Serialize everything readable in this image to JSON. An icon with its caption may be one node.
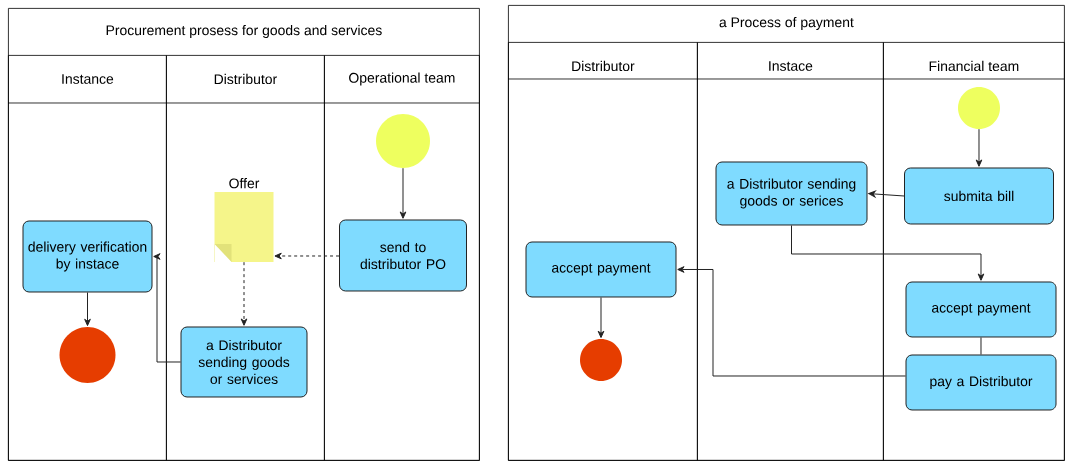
{
  "diagram": {
    "nodes": [
      {
        "text": [
          "Procurement prosess for goods and services"
        ]
      },
      {
        "text": [
          "Instance"
        ],
        "in": 0
      },
      {
        "text": [
          "Distributor"
        ],
        "in": 0
      },
      {
        "text": [
          "Operational team"
        ],
        "in": 0
      },
      {
        "text": [],
        "shape": "circle",
        "in": 3
      },
      {
        "text": [
          "send to distributor PO"
        ],
        "in": 3
      },
      {
        "text": [
          "Offer"
        ],
        "in": 2
      },
      {
        "text": [
          "a Distributor sending goods or services"
        ],
        "in": 2
      },
      {
        "text": [
          "delivery verification by instace"
        ],
        "in": 1
      },
      {
        "text": [],
        "shape": "circle",
        "in": 1
      },
      {
        "text": [
          "a Process of payment"
        ]
      },
      {
        "text": [
          "Distributor"
        ],
        "in": 10
      },
      {
        "text": [
          "Instace"
        ],
        "in": 10
      },
      {
        "text": [
          "Financial team"
        ],
        "in": 10
      },
      {
        "text": [],
        "shape": "circle",
        "in": 13
      },
      {
        "text": [
          "submita bill"
        ],
        "in": 13
      },
      {
        "text": [
          "a Distributor sending goods or serices"
        ],
        "in": 12
      },
      {
        "text": [
          "accept payment"
        ],
        "in": 13
      },
      {
        "text": [
          "pay a Distributor"
        ],
        "in": 13
      },
      {
        "text": [
          "accept payment"
        ],
        "in": 11
      },
      {
        "text": [],
        "shape": "circle",
        "in": 11
      }
    ],
    "edges": [
      {
        "from": 4,
        "to": 5,
        "arrow": "to"
      },
      {
        "from": 5,
        "to": 6,
        "arrow": "to",
        "style": "dashed"
      },
      {
        "from": 6,
        "to": 7,
        "arrow": "to",
        "style": "dashed"
      },
      {
        "from": 7,
        "to": 8,
        "arrow": "to"
      },
      {
        "from": 8,
        "to": 9,
        "arrow": "to"
      },
      {
        "from": 14,
        "to": 15,
        "arrow": "to"
      },
      {
        "from": 15,
        "to": 16,
        "arrow": "to"
      },
      {
        "from": 16,
        "to": 17,
        "arrow": "to"
      },
      {
        "from": 17,
        "to": 18,
        "arrow": "none"
      },
      {
        "from": 18,
        "to": 19,
        "arrow": "to"
      },
      {
        "from": 19,
        "to": 20,
        "arrow": "to"
      }
    ]
  }
}
